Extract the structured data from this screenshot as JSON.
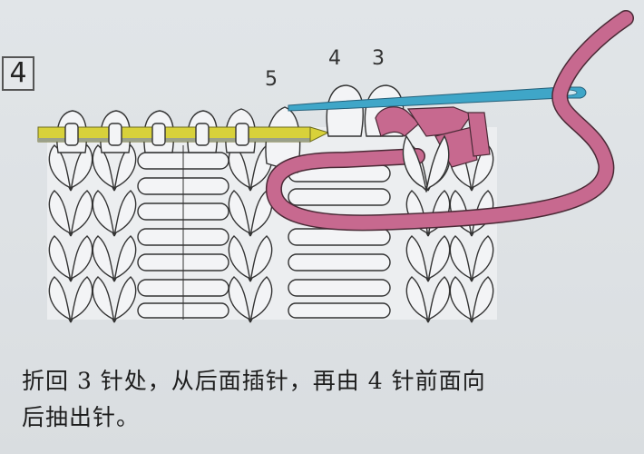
{
  "figure": {
    "step_number": "4",
    "needle_labels": {
      "five": "5",
      "four": "4",
      "three": "3"
    },
    "caption_line1": "折回 3 针处，从后面插针，再由 4 针前面向",
    "caption_line2": "后抽出针。",
    "colors": {
      "background": "#dfe3e6",
      "knitting_needle": "#d8d13a",
      "tapestry_needle": "#3fa6c8",
      "yarn": "#c7698f",
      "stitch_fill": "#f2f3f5",
      "stitch_outline": "#333333"
    },
    "elements": [
      "knitting-needle (yellow, left, holding live stitches)",
      "tapestry-needle (blue, threaded with pink yarn)",
      "yarn strand (pink, looping behind/through stitches 3 and 4)",
      "knitted fabric (stockinette columns + garter/reverse panels)"
    ]
  }
}
